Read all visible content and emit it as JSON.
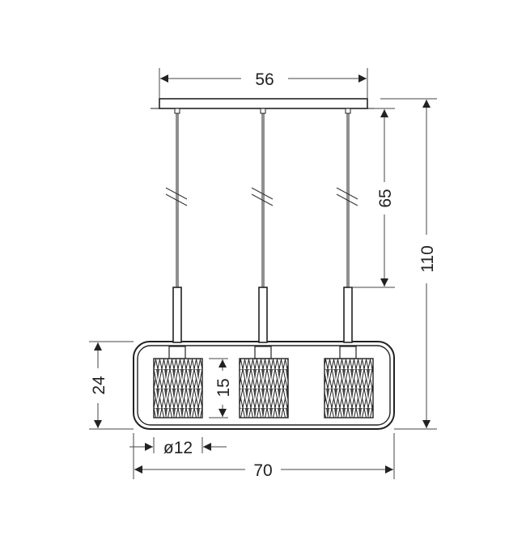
{
  "dimensions": {
    "canopy_width": "56",
    "cable_length": "65",
    "total_height": "110",
    "frame_height": "24",
    "shade_height": "15",
    "shade_diameter": "ø12",
    "frame_width": "70"
  },
  "colors": {
    "line": "#222222",
    "background": "#ffffff"
  }
}
